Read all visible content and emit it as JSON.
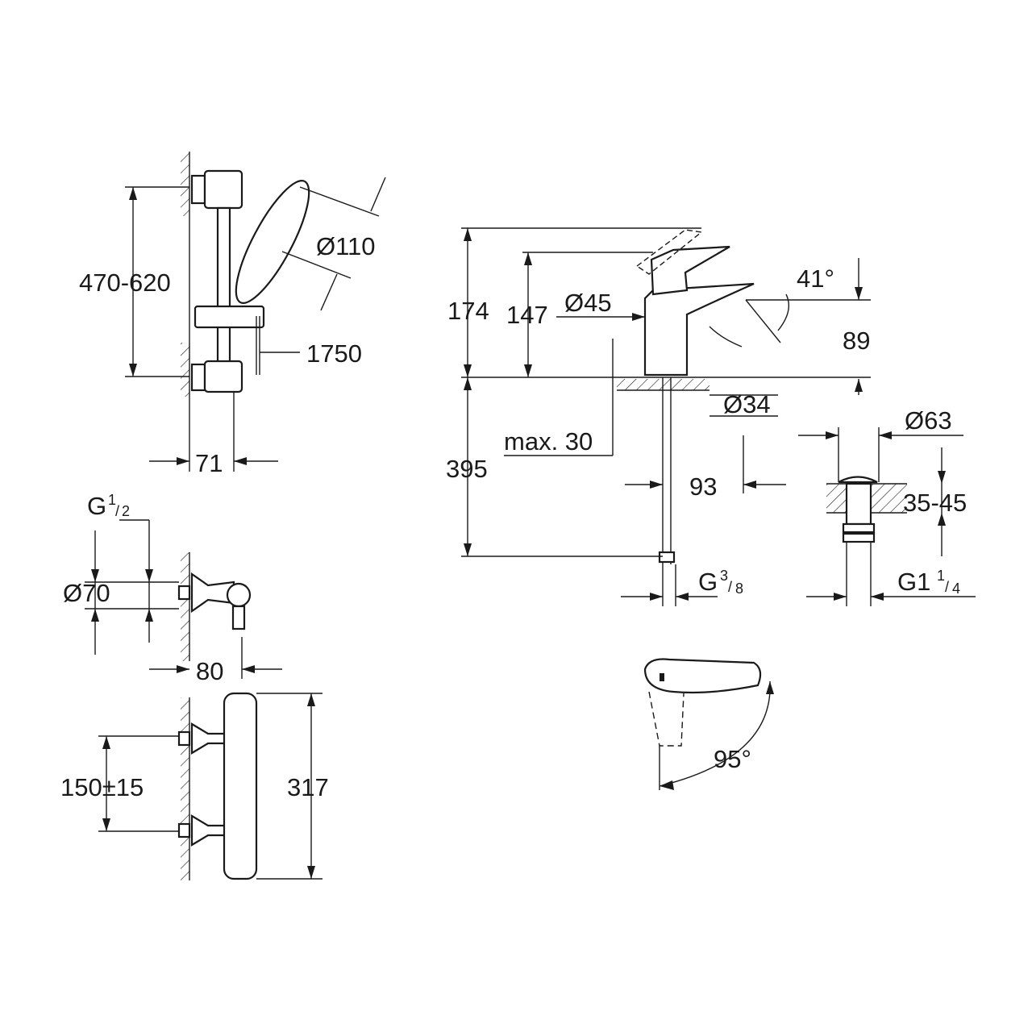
{
  "shower_rail": {
    "height_range": "470-620",
    "handshower_diameter": "Ø110",
    "hose_length": "1750",
    "projection": "71"
  },
  "shower_valve": {
    "thread_prefix": "G",
    "thread_num": "1",
    "thread_den": "2",
    "rosette_diameter": "Ø70",
    "projection": "80"
  },
  "thermostat": {
    "centres": "150±15",
    "length": "317"
  },
  "basin_mixer": {
    "total_height": "174",
    "spout_height": "147",
    "body_diameter": "Ø45",
    "spout_angle": "41°",
    "spout_clearance": "89",
    "hole_diameter": "Ø34",
    "max_deck": "max. 30",
    "hose_length": "395",
    "spout_reach": "93",
    "connection_prefix": "G",
    "connection_num": "3",
    "connection_den": "8",
    "lever_rotation": "95°"
  },
  "waste": {
    "diameter": "Ø63",
    "thickness": "35-45",
    "thread_prefix": "G1",
    "thread_num": "1",
    "thread_den": "4"
  }
}
